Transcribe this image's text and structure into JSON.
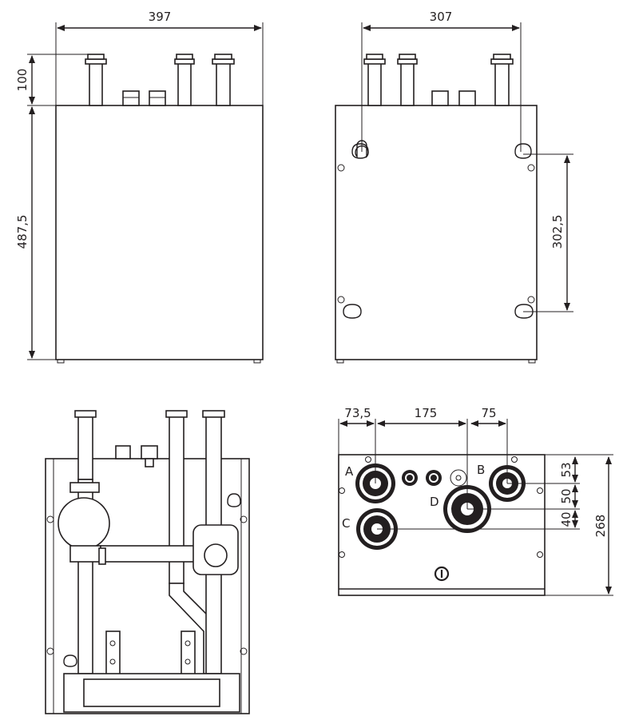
{
  "views": {
    "front": {
      "dims": {
        "width": "397",
        "pipe_height": "100",
        "height": "487,5"
      }
    },
    "back": {
      "dims": {
        "mount_width": "307",
        "mount_height": "302,5"
      }
    },
    "interior": {},
    "top": {
      "dims": {
        "a_offset": "73,5",
        "a_to_d": "175",
        "d_to_b": "75",
        "b_depth": "53",
        "b_to_d": "50",
        "d_to_c": "40",
        "depth": "268"
      },
      "ports": [
        "A",
        "B",
        "C",
        "D"
      ]
    }
  }
}
